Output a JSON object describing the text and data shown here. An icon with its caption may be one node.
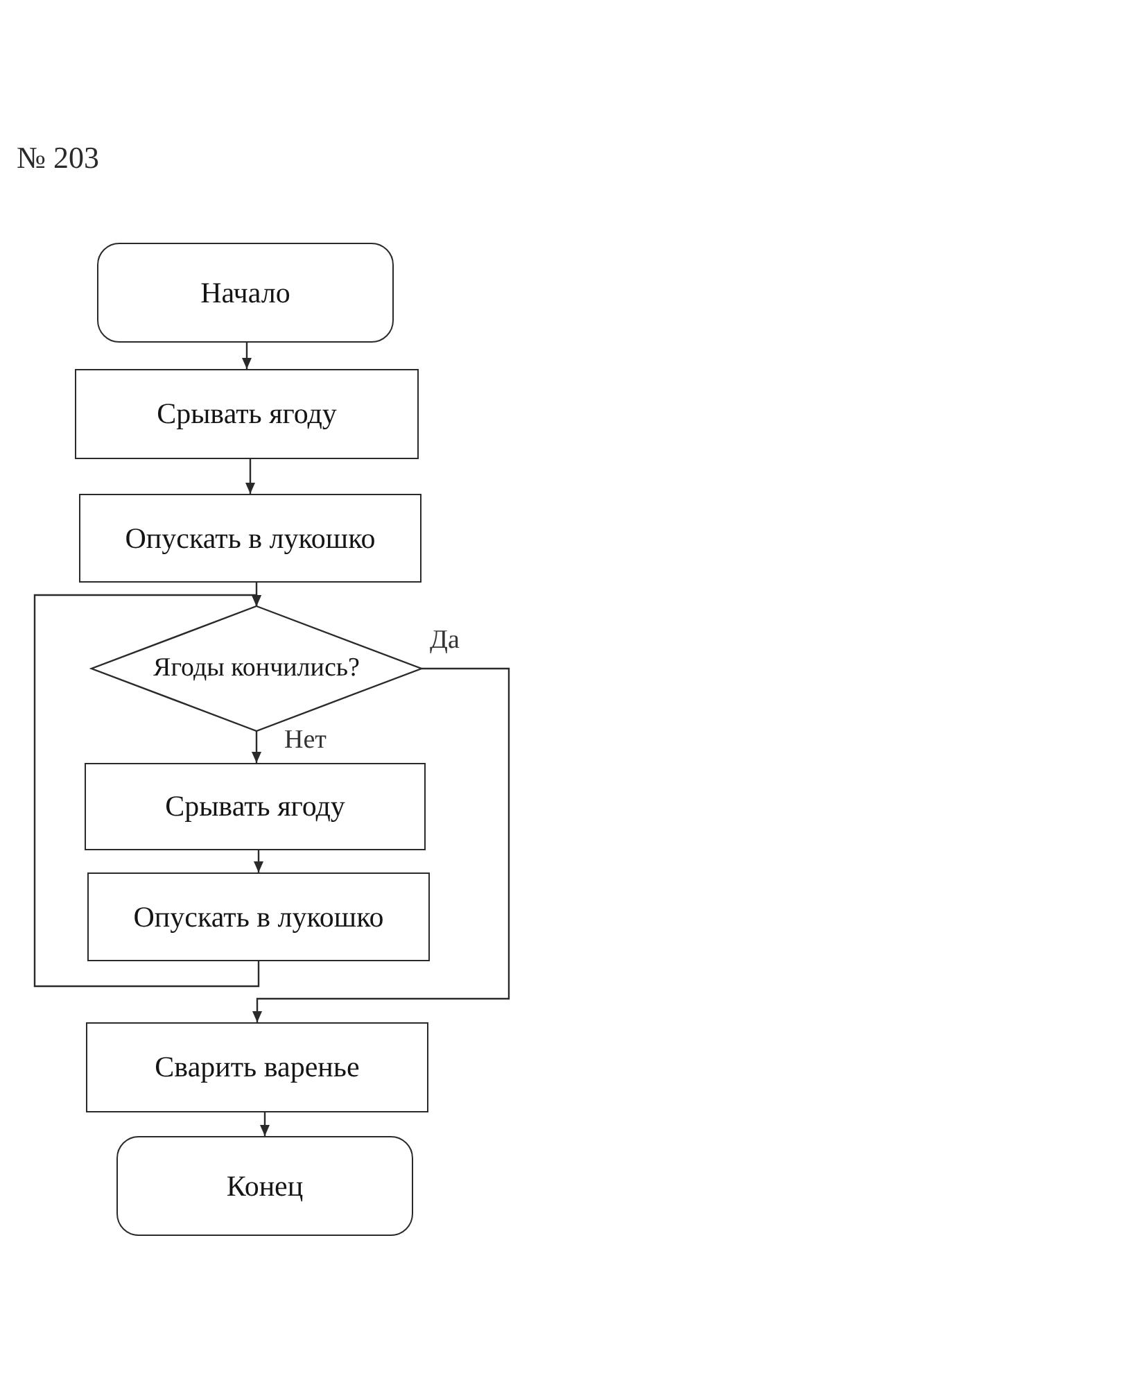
{
  "diagram": {
    "title": "№ 203",
    "nodes": [
      {
        "text": [
          "Начало"
        ]
      },
      {
        "text": [
          "Срывать ягоду"
        ]
      },
      {
        "text": [
          "Опускать в лукошко"
        ]
      },
      {
        "text": [
          "Ягоды кончились?"
        ]
      },
      {
        "text": [
          "Срывать ягоду"
        ]
      },
      {
        "text": [
          "Опускать в лукошко"
        ]
      },
      {
        "text": [
          "Сварить варенье"
        ]
      },
      {
        "text": [
          "Конец"
        ]
      }
    ],
    "edges": [
      {
        "from": 0,
        "to": 1,
        "arrow": "to"
      },
      {
        "from": 1,
        "to": 2,
        "arrow": "to"
      },
      {
        "from": 2,
        "to": 3,
        "arrow": "to"
      },
      {
        "from": 3,
        "to": 4,
        "arrow": "to",
        "label": "Нет"
      },
      {
        "from": 4,
        "to": 5,
        "arrow": "to"
      },
      {
        "from": 5,
        "to": 3,
        "arrow": "to"
      },
      {
        "from": 3,
        "to": 6,
        "arrow": "to",
        "label": "Да"
      },
      {
        "from": 6,
        "to": 7,
        "arrow": "to"
      }
    ]
  }
}
